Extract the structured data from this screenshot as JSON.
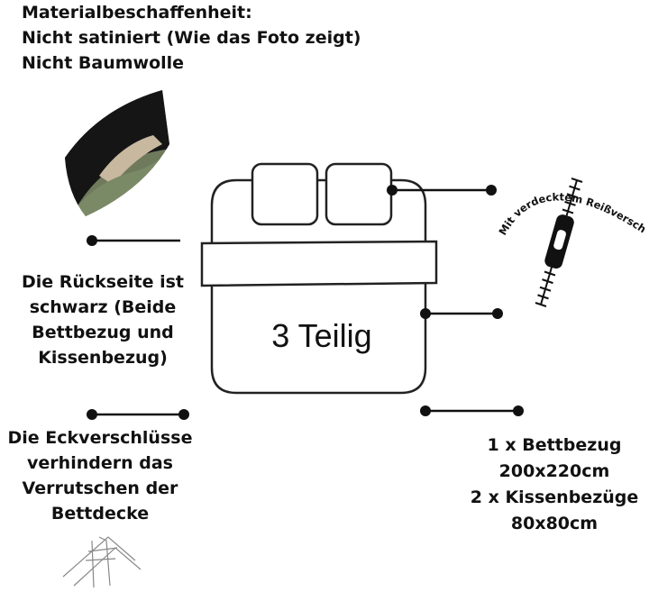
{
  "material": {
    "line1": "Materialbeschaffenheit:",
    "line2": "Nicht satiniert (Wie das Foto zeigt)",
    "line3": "Nicht Baumwolle"
  },
  "backside": {
    "line1": "Die Rückseite ist",
    "line2": "schwarz (Beide",
    "line3": "Bettbezug und",
    "line4": "Kissenbezug)"
  },
  "corners": {
    "line1": "Die Eckverschlüsse",
    "line2": "verhindern das",
    "line3": "Verrutschen der",
    "line4": "Bettdecke"
  },
  "bed": {
    "label": "3 Teilig"
  },
  "zipper": {
    "label": "Mit verdecktem Reißverschlüsse"
  },
  "contents": {
    "line1": "1 x Bettbezug",
    "line2": "200x220cm",
    "line3": "2 x Kissenbezüge",
    "line4": "80x80cm"
  },
  "icons": {
    "fabric": "fabric-swatch-icon",
    "zipper": "zipper-icon",
    "corner": "corner-strap-icon"
  }
}
